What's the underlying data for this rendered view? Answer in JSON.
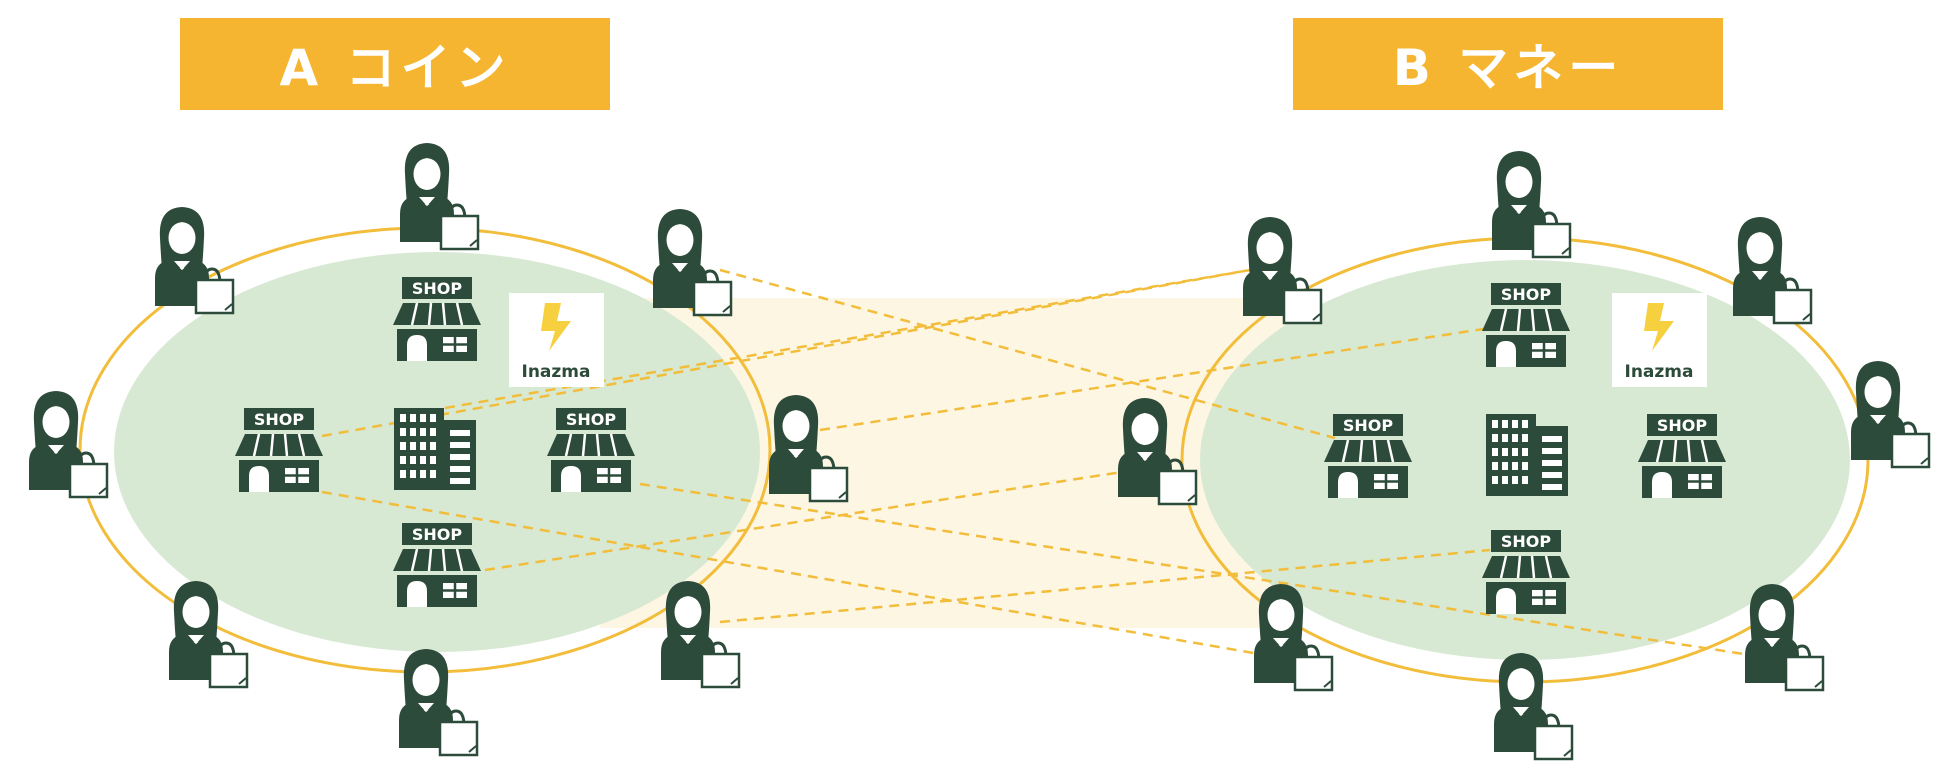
{
  "left_group": {
    "title": "A コイン",
    "logo_label": "Inazma"
  },
  "right_group": {
    "title": "B マネー",
    "logo_label": "Inazma"
  },
  "shop_label": "SHOP",
  "colors": {
    "header_bg": "#f6b530",
    "header_text": "#ffffff",
    "icon": "#2d4b3a",
    "circle_fill": "#d7e9d3",
    "circle_ring": "#f2bd3a",
    "bridge": "#fdf6e3",
    "dashed_line": "#f2bd3a",
    "logo_bolt": "#f7d040"
  },
  "icons": [
    "person-with-shopping-bag-icon",
    "shop-icon",
    "office-building-icon",
    "lightning-bolt-icon"
  ]
}
